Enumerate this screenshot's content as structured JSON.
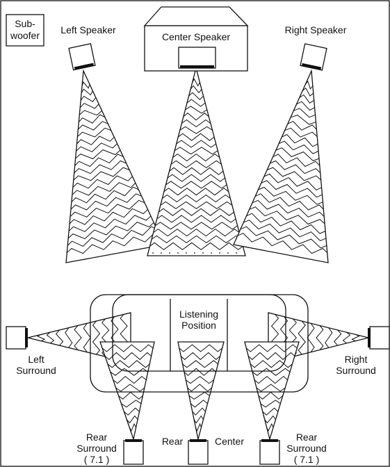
{
  "speakers": {
    "subwoofer": [
      "Sub-",
      "woofer"
    ],
    "left": "Left Speaker",
    "center": "Center Speaker",
    "right": "Right Speaker",
    "left_surround": [
      "Left",
      "Surround"
    ],
    "right_surround": [
      "Right",
      "Surround"
    ],
    "rear_left": [
      "Rear",
      "Surround",
      "( 7.1 )"
    ],
    "rear_center_a": "Rear",
    "rear_center_b": "Center",
    "rear_right": [
      "Rear",
      "Surround",
      "( 7.1 )"
    ]
  },
  "listening": [
    "Listening",
    "Position"
  ]
}
